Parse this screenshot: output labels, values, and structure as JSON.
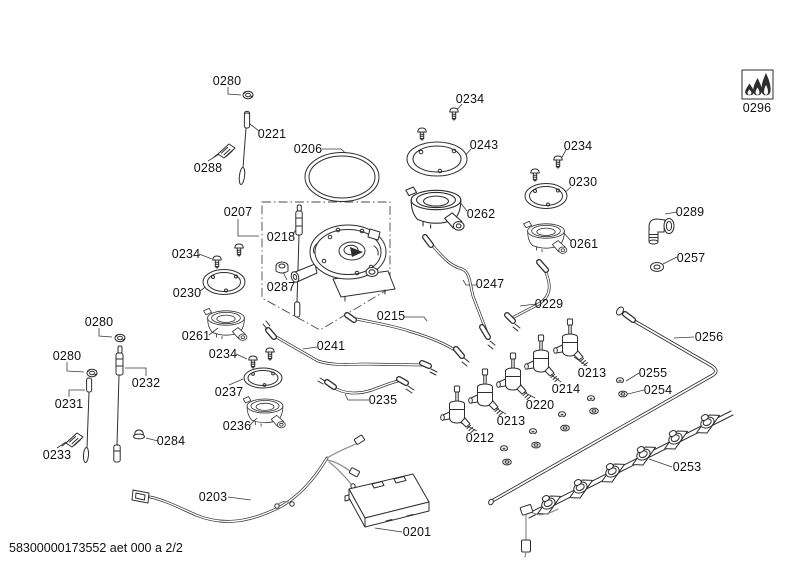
{
  "footer": {
    "text": "58300000173552 aet 000 a 2/2"
  },
  "icons": {
    "flame_logo": "three-flames-icon"
  },
  "labels": [
    {
      "part": "0280"
    },
    {
      "part": "0221"
    },
    {
      "part": "0288"
    },
    {
      "part": "0206"
    },
    {
      "part": "0207"
    },
    {
      "part": "0218"
    },
    {
      "part": "0287"
    },
    {
      "part": "0234"
    },
    {
      "part": "0243"
    },
    {
      "part": "0262"
    },
    {
      "part": "0234"
    },
    {
      "part": "0230"
    },
    {
      "part": "0261"
    },
    {
      "part": "0289"
    },
    {
      "part": "0257"
    },
    {
      "part": "0296"
    },
    {
      "part": "0247"
    },
    {
      "part": "0229"
    },
    {
      "part": "0215"
    },
    {
      "part": "0241"
    },
    {
      "part": "0234"
    },
    {
      "part": "0230"
    },
    {
      "part": "0261"
    },
    {
      "part": "0280"
    },
    {
      "part": "0280"
    },
    {
      "part": "0232"
    },
    {
      "part": "0231"
    },
    {
      "part": "0233"
    },
    {
      "part": "0284"
    },
    {
      "part": "0234"
    },
    {
      "part": "0237"
    },
    {
      "part": "0236"
    },
    {
      "part": "0235"
    },
    {
      "part": "0212"
    },
    {
      "part": "0213"
    },
    {
      "part": "0220"
    },
    {
      "part": "0214"
    },
    {
      "part": "0213"
    },
    {
      "part": "0255"
    },
    {
      "part": "0254"
    },
    {
      "part": "0256"
    },
    {
      "part": "0253"
    },
    {
      "part": "0203"
    },
    {
      "part": "0201"
    }
  ]
}
